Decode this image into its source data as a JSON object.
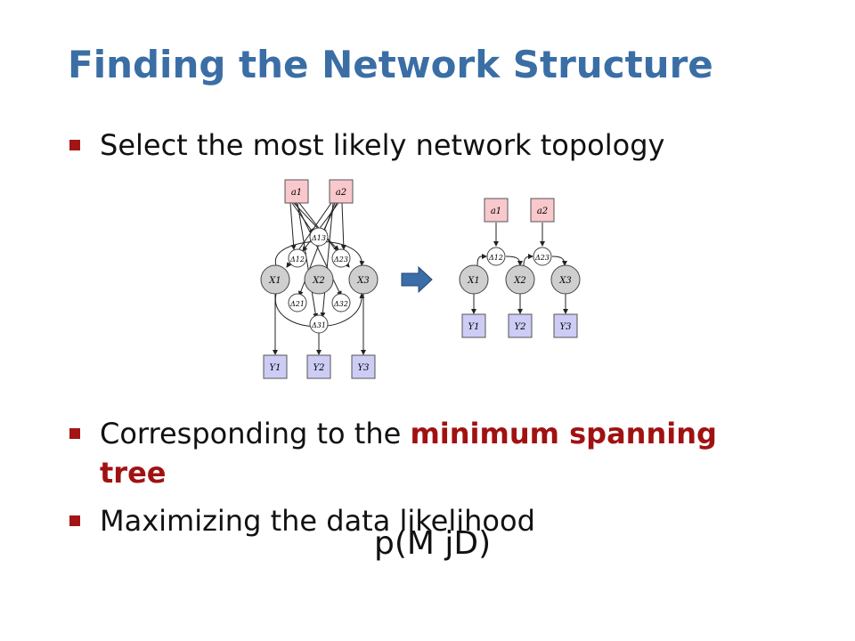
{
  "slide": {
    "title": "Finding the Network Structure",
    "bullet1": "Select the most likely network topology",
    "bullet2_pre": "Corresponding to the ",
    "bullet2_highlight": "minimum spanning",
    "bullet2_line2": "tree",
    "bullet3": "Maximizing the data likelihood",
    "formula": "p(M jD)"
  },
  "diagram": {
    "actions": [
      "a1",
      "a2"
    ],
    "states": [
      "X1",
      "X2",
      "X3"
    ],
    "observations": [
      "Y1",
      "Y2",
      "Y3"
    ],
    "deltas_full": [
      "Δ12",
      "Δ13",
      "Δ23",
      "Δ21",
      "Δ32",
      "Δ31"
    ],
    "deltas_tree": [
      "Δ12",
      "Δ23"
    ],
    "colors": {
      "title": "#3a6ea5",
      "bullet": "#a31515",
      "highlight": "#a01212",
      "action_node": "#f8c8cc",
      "obs_node": "#ccccf5",
      "state_node": "#cfcfcf",
      "arrow": "#3b6ea8"
    }
  }
}
